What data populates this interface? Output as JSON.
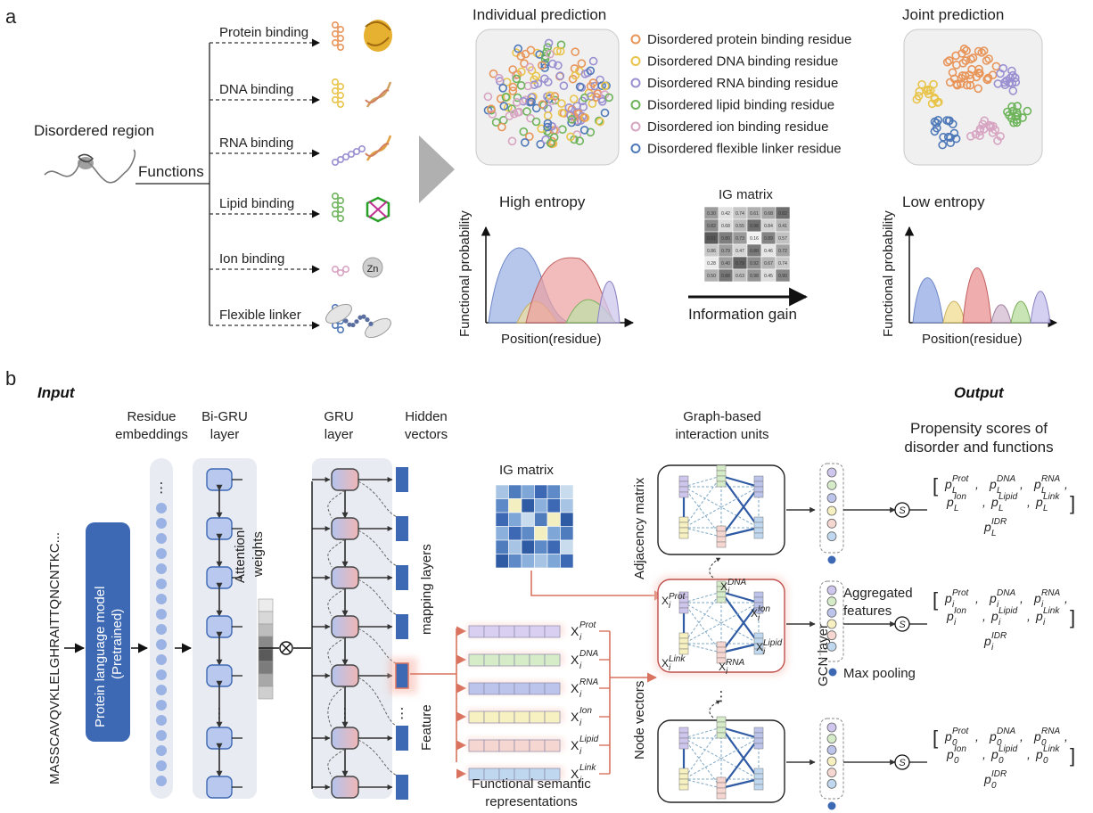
{
  "panel_a": {
    "label": "a",
    "disordered_region": "Disordered region",
    "functions": "Functions",
    "function_items": [
      {
        "label": "Protein binding"
      },
      {
        "label": "DNA binding"
      },
      {
        "label": "RNA binding"
      },
      {
        "label": "Lipid binding"
      },
      {
        "label": "Ion binding"
      },
      {
        "label": "Flexible linker"
      }
    ],
    "zn": "Zn",
    "individual_prediction": "Individual prediction",
    "joint_prediction": "Joint prediction",
    "legend": [
      {
        "label": "Disordered protein binding residue",
        "color": "#e8955a"
      },
      {
        "label": "Disordered DNA binding residue",
        "color": "#e9c44a"
      },
      {
        "label": "Disordered RNA binding residue",
        "color": "#9a8fd0"
      },
      {
        "label": "Disordered lipid binding residue",
        "color": "#6db35a"
      },
      {
        "label": "Disordered ion binding residue",
        "color": "#d7a5c2"
      },
      {
        "label": "Disordered flexible linker residue",
        "color": "#4f79b8"
      }
    ],
    "high_entropy": "High entropy",
    "low_entropy": "Low entropy",
    "functional_probability": "Functional probability",
    "position_residue": "Position(residue)",
    "ig_matrix": "IG matrix",
    "information_gain": "Information gain",
    "ig_values": [
      [
        "0.30",
        "0.42",
        "0.74",
        "0.61",
        "0.68",
        "0.82"
      ],
      [
        "0.82",
        "0.68",
        "0.55",
        "0.98",
        "0.84",
        "0.41"
      ],
      [
        "0.61",
        "0.80",
        "0.73",
        "0.16",
        "0.89",
        "0.57"
      ],
      [
        "0.86",
        "0.79",
        "0.47",
        "0.88",
        "0.46",
        "0.72"
      ],
      [
        "0.28",
        "0.40",
        "0.79",
        "0.92",
        "0.67",
        "0.74"
      ],
      [
        "0.50",
        "0.88",
        "0.63",
        "0.98",
        "0.45",
        "0.90"
      ]
    ]
  },
  "panel_b": {
    "label": "b",
    "input": "Input",
    "output": "Output",
    "sequence": "MASSCAVQVKLELGHRAITTQNCNTKC...",
    "plm_line1": "Protein language model",
    "plm_line2": "(Pretrained)",
    "residue_embeddings_1": "Residue",
    "residue_embeddings_2": "embeddings",
    "bigru_1": "Bi-GRU",
    "bigru_2": "layer",
    "attention_1": "Attention",
    "attention_2": "weights",
    "gru_1": "GRU",
    "gru_2": "layer",
    "hidden_1": "Hidden",
    "hidden_2": "vectors",
    "mapping_layers": "mapping layers",
    "feature": "Feature",
    "ig_matrix": "IG matrix",
    "feature_labels": [
      {
        "base": "X",
        "sub": "i",
        "sup": "Prot"
      },
      {
        "base": "X",
        "sub": "i",
        "sup": "DNA"
      },
      {
        "base": "X",
        "sub": "i",
        "sup": "RNA"
      },
      {
        "base": "X",
        "sub": "i",
        "sup": "Ion"
      },
      {
        "base": "X",
        "sub": "i",
        "sup": "Lipid"
      },
      {
        "base": "X",
        "sub": "i",
        "sup": "Link"
      }
    ],
    "functional_semantic_1": "Functional semantic",
    "functional_semantic_2": "representations",
    "node_vectors": "Node vectors",
    "adjacency_matrix": "Adjacency matrix",
    "graph_units_1": "Graph-based",
    "graph_units_2": "interaction units",
    "gcn_layer": "GCN layer",
    "aggregated_1": "Aggregated",
    "aggregated_2": "features",
    "max_pooling": "Max pooling",
    "propensity_1": "Propensity scores of",
    "propensity_2": "disorder and functions",
    "sigmoid": "S",
    "outputs": [
      {
        "sub": "L",
        "line1": [
          [
            "Prot"
          ],
          [
            "DNA"
          ],
          [
            "RNA"
          ]
        ],
        "idr": "IDR"
      },
      {
        "sub": "i",
        "line1": [
          [
            "Prot"
          ],
          [
            "DNA"
          ],
          [
            "RNA"
          ]
        ],
        "idr": "IDR"
      },
      {
        "sub": "0",
        "line1": [
          [
            "Prot"
          ],
          [
            "DNA"
          ],
          [
            "RNA"
          ]
        ],
        "idr": "IDR"
      }
    ],
    "output_sups_line2": [
      "Ion",
      "Lipid",
      "Link"
    ],
    "node_sups": [
      "Prot",
      "DNA",
      "Ion",
      "Lipid",
      "RNA",
      "Link"
    ],
    "colors": {
      "blue_dark": "#3d69b4",
      "blue_light": "#b8c8ee",
      "red_line": "#d9725e",
      "feat_prot": "#d9cff0",
      "feat_dna": "#d6ecc8",
      "feat_rna": "#bcc4ec",
      "feat_ion": "#f7f0c0",
      "feat_lipid": "#f6d6d0",
      "feat_link": "#bfd8f0"
    }
  }
}
